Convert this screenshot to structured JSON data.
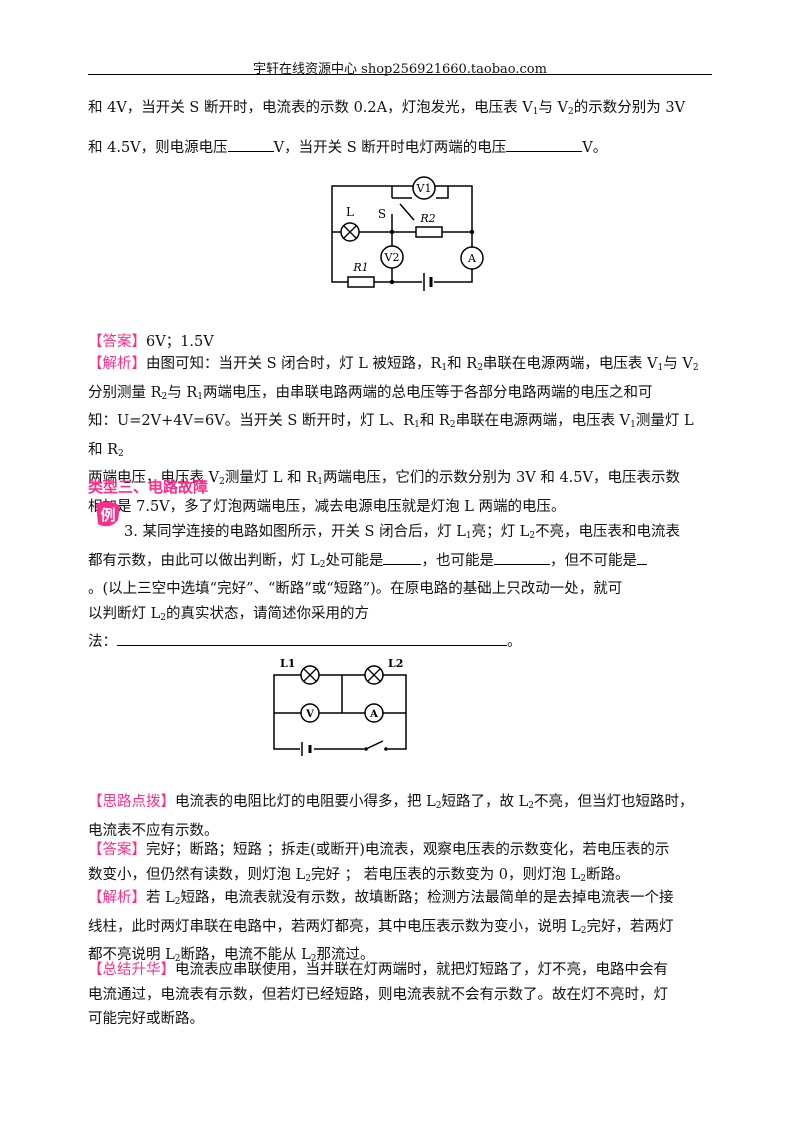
{
  "header": {
    "text": "宇轩在线资源中心   shop256921660.taobao.com"
  },
  "q2": {
    "line1": {
      "a": "和 4V，当开关 S 断开时，电流表的示数 0.2A，灯泡发光，电压表 V",
      "sub1": "1",
      "b": "与 V",
      "sub2": "2",
      "c": "的示数分别为 3V"
    },
    "line2": {
      "a": "和 4.5V，则电源电压",
      "b": "V，当开关 S 断开时电灯两端的电压",
      "c": "V。"
    },
    "diagram": {
      "lamp": "L",
      "switch": "S",
      "r1": "R1",
      "r2": "R2",
      "v1": "V1",
      "v2": "V2",
      "ammeter": "A"
    },
    "answer": {
      "tag": "【答案】",
      "text": "6V；1.5V"
    },
    "analysis": {
      "tag": "【解析】",
      "p1": "由图可知：当开关 S 闭合时，灯 L 被短路，R",
      "p1b": "和 R",
      "p1c": "串联在电源两端，电压表 V",
      "p1d": "与 V",
      "p2a": "分别测量 R",
      "p2b": "与 R",
      "p2c": "两端电压，由串联电路两端的总电压等于各部分电路两端的电压之和可",
      "p3": "知：U=2V+4V=6V。当开关 S 断开时，灯 L、R",
      "p3b": "和 R",
      "p3c": "串联在电源两端，电压表 V",
      "p3d": "测量灯 L 和 R",
      "p4a": "两端电压，电压表 V",
      "p4b": "测量灯 L 和 R",
      "p4c": "两端电压，它们的示数分别为 3V 和 4.5V，电压表示数",
      "p5": "相加是 7.5V，多了灯泡两端电压，减去电源电压就是灯泡 L 两端的电压。"
    }
  },
  "section": {
    "title": "类型三、电路故障",
    "badge": "例"
  },
  "q3": {
    "l1a": "3. 某同学连接的电路如图所示，开关 S 闭合后，灯 L",
    "l1b": "亮；灯 L",
    "l1c": "不亮，电压表和电流表",
    "l2a": "都有示数，由此可以做出判断，灯 L",
    "l2b": "处可能是",
    "l2c": "，也可能是",
    "l2d": "，但不可能是",
    "l3": "。(以上三空中选填“完好”、“断路”或“短路”)。在原电路的基础上只改动一处，就可",
    "l4a": "以判断灯 L",
    "l4b": "的真实状态，请简述你采用的方",
    "l5a": "法：",
    "l5b": "。",
    "diagram": {
      "l1": "L1",
      "l2": "L2",
      "v": "V",
      "a": "A"
    }
  },
  "hint": {
    "tag": "【思路点拨】",
    "a": "电流表的电阻比灯的电阻要小得多，把 L",
    "b": "短路了，故 L",
    "c": "不亮，但当灯也短路时，",
    "d": "电流表不应有示数。"
  },
  "answer3": {
    "tag": "【答案】",
    "a": "完好；断路；短路 ；拆走(或断开)电流表，观察电压表的示数变化，若电压表的示",
    "b": "数变小，但仍然有读数，则灯泡 L",
    "c": "完好 ； 若电压表的示数变为 0，则灯泡 L",
    "d": "断路。"
  },
  "analysis3": {
    "tag": "【解析】",
    "a": "若 L",
    "b": "短路，电流表就没有示数，故填断路；检测方法最简单的是去掉电流表一个接",
    "c": "线柱，此时两灯串联在电路中，若两灯都亮，其中电压表示数为变小，说明 L",
    "d": "完好，若两灯",
    "e": "都不亮说明 L",
    "f": "断路，电流不能从 L",
    "g": "那流过。"
  },
  "summary": {
    "tag": "【总结升华】",
    "a": "电流表应串联使用，当并联在灯两端时，就把灯短路了，灯不亮，电路中会有",
    "b": "电流通过，电流表有示数，但若灯已经短路，则电流表就不会有示数了。故在灯不亮时，灯",
    "c": "可能完好或断路。"
  },
  "subs": {
    "one": "1",
    "two": "2"
  }
}
